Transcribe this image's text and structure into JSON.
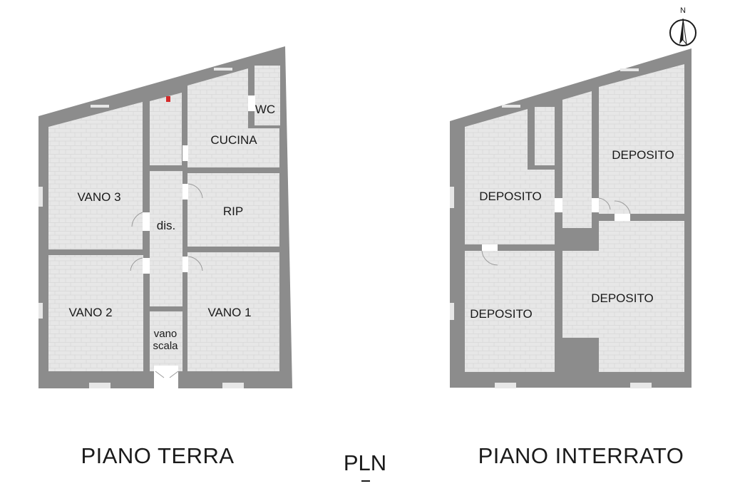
{
  "compass": {
    "label": "N",
    "icon": "north-arrow-icon"
  },
  "ground_floor": {
    "title": "PIANO TERRA",
    "rooms": {
      "vano3": "VANO 3",
      "cucina": "CUCINA",
      "wc": "WC",
      "rip": "RIP",
      "dis": "dis.",
      "vano2": "VANO 2",
      "vano1": "VANO 1",
      "vano_scala_1": "vano",
      "vano_scala_2": "scala"
    }
  },
  "basement": {
    "title": "PIANO INTERRATO",
    "rooms": {
      "deposito_nw": "DEPOSITO",
      "deposito_ne": "DEPOSITO",
      "deposito_sw": "DEPOSITO",
      "deposito_se": "DEPOSITO"
    }
  },
  "logo": {
    "text": "PLN"
  },
  "colors": {
    "wall": "#8c8c8c",
    "floor": "#e6e6e6",
    "plank": "#d2d2d2",
    "text": "#1a1a1a",
    "marker": "#d42a2a"
  }
}
